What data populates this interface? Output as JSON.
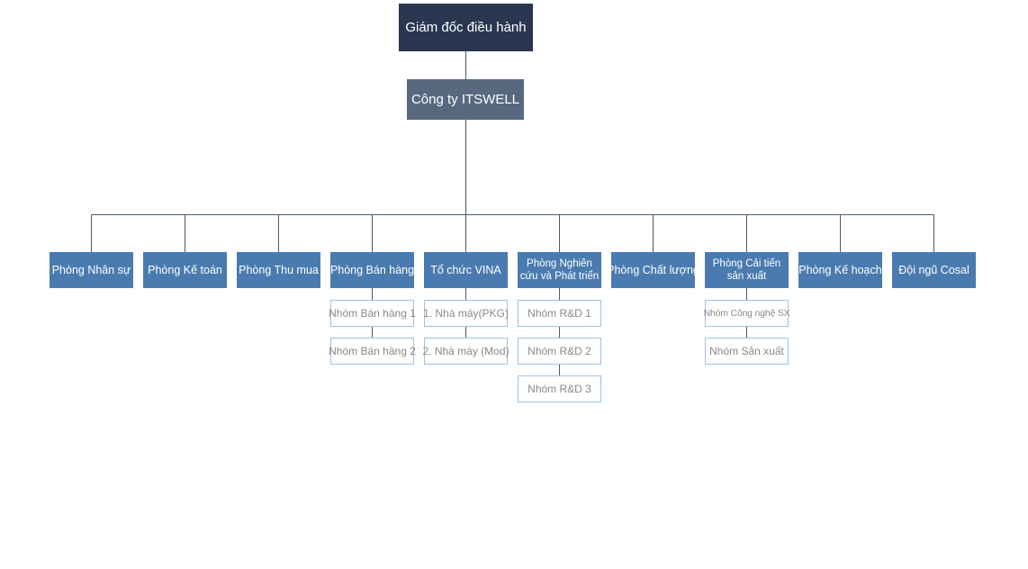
{
  "org_chart": {
    "root": {
      "label": "Giám đốc điều hành"
    },
    "company": {
      "label": "Công ty ITSWELL"
    },
    "departments": [
      {
        "label": "Phòng Nhân sự"
      },
      {
        "label": "Phòng Kế toán"
      },
      {
        "label": "Phòng Thu mua"
      },
      {
        "label": "Phòng Bán hàng"
      },
      {
        "label": "Tổ chức VINA"
      },
      {
        "label": "Phòng Nghiên cứu và Phát triển"
      },
      {
        "label": "Phòng Chất lượng"
      },
      {
        "label": "Phòng Cải tiến sản xuất"
      },
      {
        "label": "Phòng Kế hoạch"
      },
      {
        "label": "Đội ngũ Cosal"
      }
    ],
    "sub_groups": {
      "ban_hang": {
        "parent": "Phòng Bán hàng",
        "items": [
          {
            "label": "Nhóm Bán hàng 1"
          },
          {
            "label": "Nhóm Bán hàng 2"
          }
        ]
      },
      "vina": {
        "parent": "Tổ chức VINA",
        "items": [
          {
            "label": "1. Nhà máy(PKG)"
          },
          {
            "label": "2. Nhà máy (Mod)"
          }
        ]
      },
      "rnd": {
        "parent": "Phòng Nghiên cứu và Phát triển",
        "items": [
          {
            "label": "Nhóm R&D 1"
          },
          {
            "label": "Nhóm R&D 2"
          },
          {
            "label": "Nhóm R&D 3"
          }
        ]
      },
      "cai_tien": {
        "parent": "Phòng Cải tiến sản xuất",
        "items": [
          {
            "label": "Nhóm Công nghệ SX"
          },
          {
            "label": "Nhóm Sản xuất"
          }
        ]
      }
    },
    "colors": {
      "root_bg": "#293850",
      "company_bg": "#58697f",
      "department_bg": "#4a7bb0",
      "box_text": "#ffffff",
      "sub_border": "#9dc3e6",
      "sub_text": "#898989",
      "connector": "#4a5a72"
    }
  }
}
